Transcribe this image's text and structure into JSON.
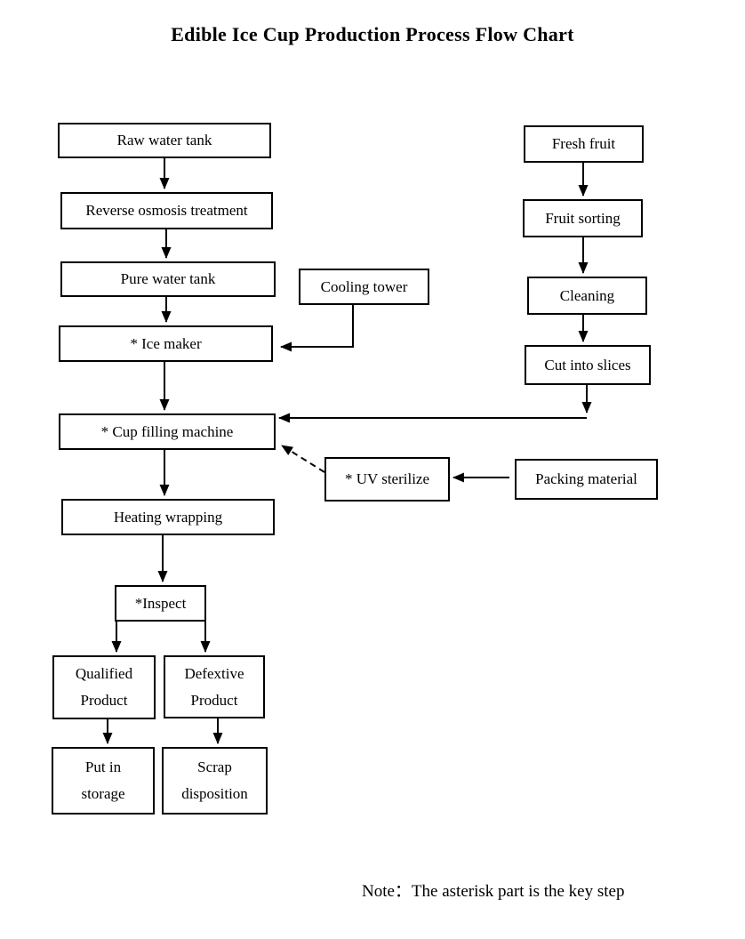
{
  "title": "Edible Ice Cup Production Process Flow Chart",
  "note": "Note：The asterisk part is the key step",
  "nodes": {
    "raw_water_tank": {
      "label": "Raw water tank"
    },
    "reverse_osmosis": {
      "label": "Reverse osmosis treatment"
    },
    "pure_water_tank": {
      "label": "Pure water tank"
    },
    "cooling_tower": {
      "label": "Cooling tower"
    },
    "ice_maker": {
      "label": "* Ice maker"
    },
    "cup_filling_machine": {
      "label": "* Cup filling machine"
    },
    "uv_sterilize": {
      "label": "* UV sterilize"
    },
    "packing_material": {
      "label": "Packing material"
    },
    "heating_wrapping": {
      "label": "Heating wrapping"
    },
    "inspect": {
      "label": "*Inspect"
    },
    "qualified_product": {
      "label": "Qualified\nProduct"
    },
    "defextive_product": {
      "label": "Defextive\nProduct"
    },
    "put_in_storage": {
      "label": "Put in\nstorage"
    },
    "scrap_disposition": {
      "label": "Scrap\ndisposition"
    },
    "fresh_fruit": {
      "label": "Fresh fruit"
    },
    "fruit_sorting": {
      "label": "Fruit sorting"
    },
    "cleaning": {
      "label": "Cleaning"
    },
    "cut_into_slices": {
      "label": "Cut into slices"
    }
  },
  "edges": [
    {
      "from": "raw_water_tank",
      "to": "reverse_osmosis",
      "style": "solid"
    },
    {
      "from": "reverse_osmosis",
      "to": "pure_water_tank",
      "style": "solid"
    },
    {
      "from": "pure_water_tank",
      "to": "ice_maker",
      "style": "solid"
    },
    {
      "from": "cooling_tower",
      "to": "ice_maker",
      "style": "solid"
    },
    {
      "from": "ice_maker",
      "to": "cup_filling_machine",
      "style": "solid"
    },
    {
      "from": "cup_filling_machine",
      "to": "heating_wrapping",
      "style": "solid"
    },
    {
      "from": "heating_wrapping",
      "to": "inspect",
      "style": "solid"
    },
    {
      "from": "inspect",
      "to": "qualified_product",
      "style": "solid"
    },
    {
      "from": "inspect",
      "to": "defextive_product",
      "style": "solid"
    },
    {
      "from": "qualified_product",
      "to": "put_in_storage",
      "style": "solid"
    },
    {
      "from": "defextive_product",
      "to": "scrap_disposition",
      "style": "solid"
    },
    {
      "from": "fresh_fruit",
      "to": "fruit_sorting",
      "style": "solid"
    },
    {
      "from": "fruit_sorting",
      "to": "cleaning",
      "style": "solid"
    },
    {
      "from": "cleaning",
      "to": "cut_into_slices",
      "style": "solid"
    },
    {
      "from": "cut_into_slices",
      "to": "cup_filling_machine",
      "style": "solid"
    },
    {
      "from": "packing_material",
      "to": "uv_sterilize",
      "style": "solid"
    },
    {
      "from": "uv_sterilize",
      "to": "cup_filling_machine",
      "style": "dashed"
    }
  ],
  "colors": {
    "line": "#000000",
    "background": "#ffffff",
    "text": "#000000"
  }
}
